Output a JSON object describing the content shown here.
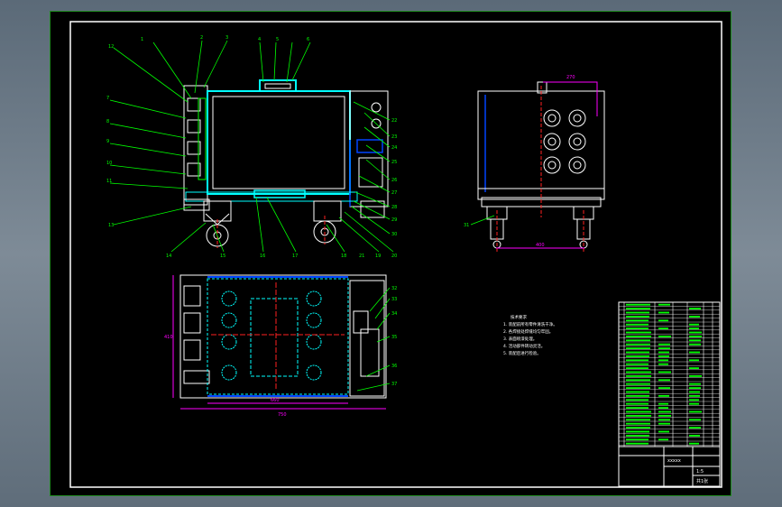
{
  "drawing": {
    "background_color": "#000000",
    "frame_color": "#ffffff",
    "leader_color": "#00ff00",
    "outline_color": "#ffffff",
    "accent_cyan": "#00ffff",
    "accent_blue": "#0044ff",
    "centerline_color": "#ff2020",
    "dimension_color": "#ff00ff"
  },
  "front_view": {
    "balloons_top": [
      "1",
      "2",
      "3",
      "4",
      "5",
      "6"
    ],
    "balloons_left": [
      "7",
      "8",
      "9",
      "10",
      "11",
      "12",
      "13"
    ],
    "balloons_bottom": [
      "14",
      "15",
      "16",
      "17",
      "18",
      "19",
      "20",
      "21"
    ],
    "balloons_right": [
      "22",
      "23",
      "24",
      "25",
      "26",
      "27",
      "28",
      "29",
      "30"
    ]
  },
  "side_view": {
    "balloon_left": "31",
    "dim_top": "270",
    "dim_width": "400"
  },
  "plan_view": {
    "balloons_right": [
      "32",
      "33",
      "34",
      "35",
      "36",
      "37"
    ],
    "dim_inner": "660",
    "dim_overall": "750",
    "dim_height": "410"
  },
  "notes": {
    "title": "技术要求",
    "lines": [
      "1. 装配前所有零件清洗干净。",
      "2. 各焊接处焊缝均匀牢固。",
      "3. 表面喷漆处理。",
      "4. 活动部件转动灵活。",
      "5. 装配后进行检验。"
    ]
  },
  "title_block": {
    "drawing_name": "xxxxx",
    "scale_label": "1:5",
    "sheet_label": "共1张"
  }
}
